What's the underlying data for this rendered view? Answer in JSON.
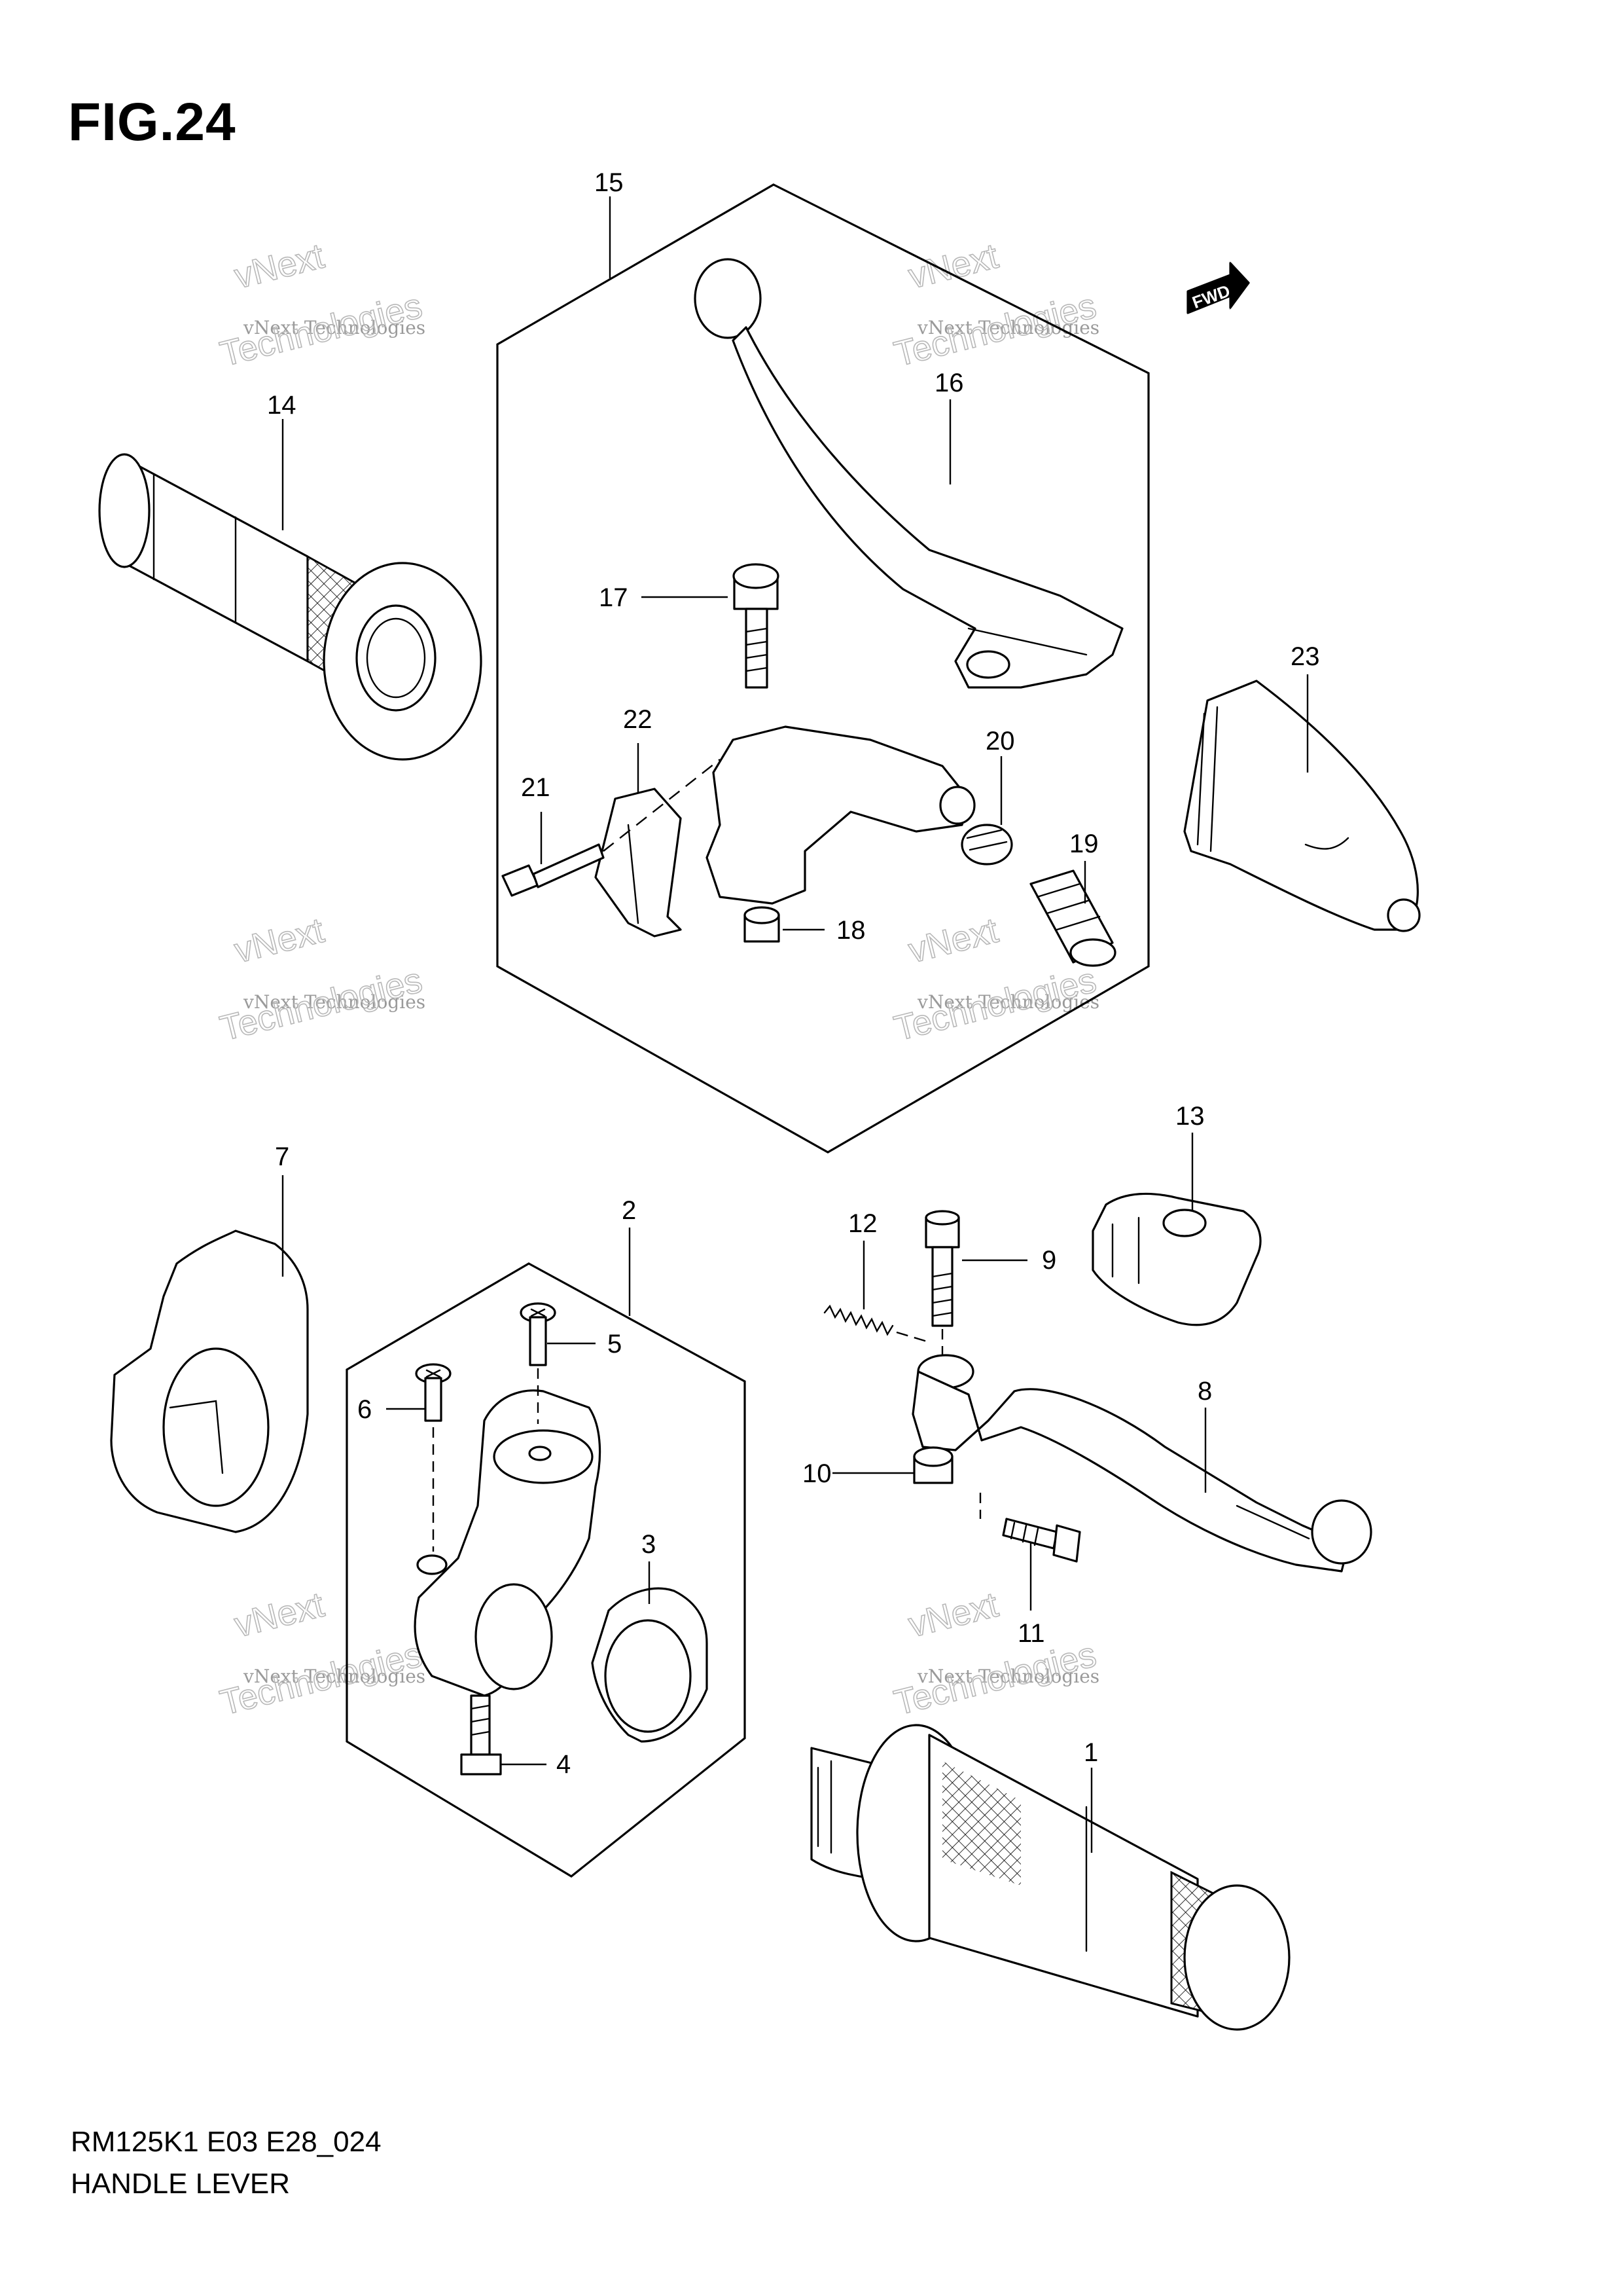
{
  "figure_title": "FIG.24",
  "footer": {
    "code": "RM125K1 E03 E28_024",
    "name": "HANDLE LEVER"
  },
  "direction_tag": "FWD",
  "watermark": {
    "line1": "vNext",
    "line2": "vNext Technologies",
    "line3": "Technologies"
  },
  "callouts": {
    "c1": "1",
    "c2": "2",
    "c3": "3",
    "c4": "4",
    "c5": "5",
    "c6": "6",
    "c7": "7",
    "c8": "8",
    "c9": "9",
    "c10": "10",
    "c11": "11",
    "c12": "12",
    "c13": "13",
    "c14": "14",
    "c15": "15",
    "c16": "16",
    "c17": "17",
    "c18": "18",
    "c19": "19",
    "c20": "20",
    "c21": "21",
    "c22": "22",
    "c23": "23"
  }
}
